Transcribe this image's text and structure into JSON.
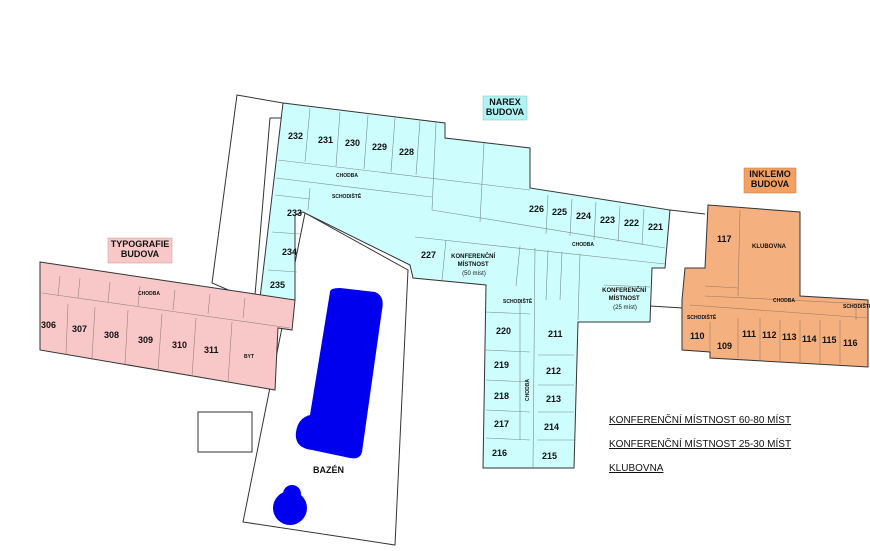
{
  "buildings": {
    "narex": "NAREX\nBUDOVA",
    "typografie": "TYPOGRAFIE\nBUDOVA",
    "inklemo": "INKLEMO\nBUDOVA"
  },
  "rooms": {
    "r232": "232",
    "r231": "231",
    "r230": "230",
    "r229": "229",
    "r228": "228",
    "r233": "233",
    "r234": "234",
    "r235": "235",
    "r227": "227",
    "r226": "226",
    "r225": "225",
    "r224": "224",
    "r223": "223",
    "r222": "222",
    "r221": "221",
    "r220": "220",
    "r219": "219",
    "r218": "218",
    "r217": "217",
    "r216": "216",
    "r211": "211",
    "r212": "212",
    "r213": "213",
    "r214": "214",
    "r215": "215",
    "r306": "306",
    "r307": "307",
    "r308": "308",
    "r309": "309",
    "r310": "310",
    "r311": "311",
    "byt": "BYT",
    "r117": "117",
    "klubovna": "KLUBOVNA",
    "r110": "110",
    "r109": "109",
    "r111": "111",
    "r112": "112",
    "r113": "113",
    "r114": "114",
    "r115": "115",
    "r116": "116"
  },
  "labels": {
    "chodba": "CHODBA",
    "schodiste": "SCHODIŠTĚ",
    "konf50": "KONFERENČNÍ\nMÍSTNOST\n(50 míst)",
    "konf25": "KONFERENČNÍ\nMÍSTNOST\n(25 míst)",
    "bazen": "BAZÉN"
  },
  "legend": {
    "item1": "KONFERENČNÍ MÍSTNOST 60-80 MÍST",
    "item2": "KONFERENČNÍ MÍSTNOST 25-30 MÍST",
    "item3": "KLUBOVNA"
  },
  "colors": {
    "narex": "#cdfdfd",
    "typografie": "#f8c8c8",
    "inklemo": "#f5b080",
    "pool": "#0000ee",
    "wall": "#333333"
  }
}
